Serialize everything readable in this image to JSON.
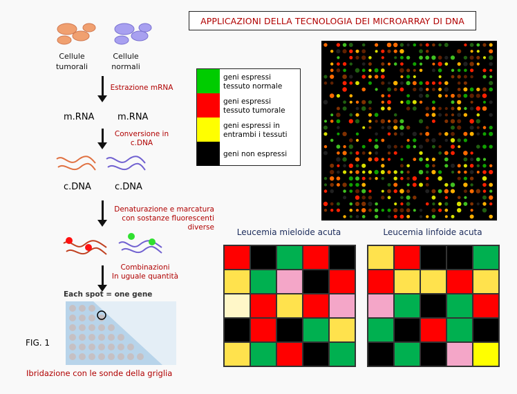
{
  "title": "APPLICAZIONI DELLA TECNOLOGIA DEI MICROARRAY DI DNA",
  "cells_tumor_label": "Cellule\ntumorali",
  "cells_normal_label": "Cellule\nnormali",
  "step_extraction": "Estrazione mRNA",
  "mrna_left": "m.RNA",
  "mrna_right": "m.RNA",
  "step_conversion": "Conversione in c.DNA",
  "cdna_left": "c.DNA",
  "cdna_right": "c.DNA",
  "step_labeling": "Denaturazione e marcatura\ncon sostanze fluorescenti\ndiverse",
  "step_combination": "Combinazioni\nIn uguale quantità",
  "spot_caption": "Each spot = one gene",
  "fig_label": "FIG. 1",
  "hybridization": "Ibridazione con le sonde della griglia",
  "legend": [
    {
      "color": "#00cc00",
      "text": "geni espressi\ntessuto normale"
    },
    {
      "color": "#ff0000",
      "text": "geni espressi\ntessuto tumorale"
    },
    {
      "color": "#ffff00",
      "text": "geni espressi in\nentrambi i tessuti"
    },
    {
      "color": "#000000",
      "text": "geni  non espressi"
    }
  ],
  "grid_left_title": "Leucemia mieloide acuta",
  "grid_right_title": "Leucemia linfoide acuta",
  "grid_left": [
    [
      "#ff0000",
      "#000000",
      "#00b050",
      "#ff0000",
      "#000000"
    ],
    [
      "#ffe24d",
      "#00b050",
      "#f4a6c8",
      "#000000",
      "#ff0000"
    ],
    [
      "#fff7c8",
      "#ff0000",
      "#ffe24d",
      "#ff0000",
      "#f4a6c8"
    ],
    [
      "#000000",
      "#ff0000",
      "#000000",
      "#00b050",
      "#ffe24d"
    ],
    [
      "#ffe24d",
      "#00b050",
      "#ff0000",
      "#000000",
      "#00b050"
    ]
  ],
  "grid_right": [
    [
      "#ffe24d",
      "#ff0000",
      "#000000",
      "#000000",
      "#00b050"
    ],
    [
      "#ff0000",
      "#ffe24d",
      "#ffe24d",
      "#ff0000",
      "#ffe24d"
    ],
    [
      "#f4a6c8",
      "#00b050",
      "#000000",
      "#00b050",
      "#ff0000"
    ],
    [
      "#00b050",
      "#000000",
      "#ff0000",
      "#00b050",
      "#000000"
    ],
    [
      "#000000",
      "#00b050",
      "#000000",
      "#f4a6c8",
      "#ffff00"
    ]
  ],
  "colors": {
    "accent_red": "#b00000",
    "tumor_cells": "#f0a070",
    "normal_cells": "#a8a0f0"
  }
}
